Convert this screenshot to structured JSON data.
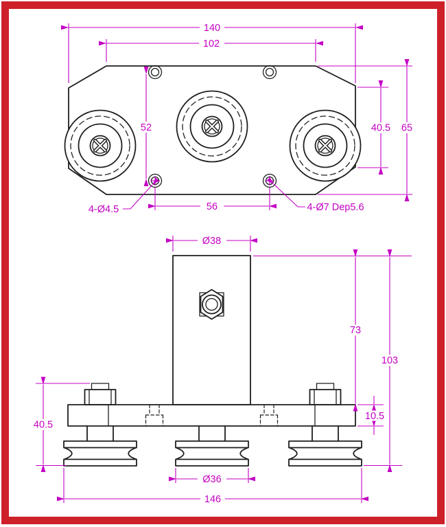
{
  "colors": {
    "dimension": "#C400C4",
    "outline": "#1F1F1F",
    "frame": "#CE2029",
    "background": "#FFFFFF"
  },
  "top_view": {
    "dim_overall_width": "140",
    "dim_hole_pattern_width": "102",
    "dim_hole_pattern_height": "52",
    "dim_right_edge_height": "40.5",
    "dim_overall_height": "65",
    "dim_lower_hole_span": "56",
    "label_through_holes": "4-Ø4.5",
    "label_counterbore_holes": "4-Ø7 Dep5.6"
  },
  "front_view": {
    "dim_shaft_diameter": "Ø38",
    "dim_shaft_height": "73",
    "dim_overall_height": "103",
    "dim_plate_thickness": "10.5",
    "dim_carriage_height": "40.5",
    "dim_roller_diameter": "Ø36",
    "dim_overall_width": "146"
  }
}
